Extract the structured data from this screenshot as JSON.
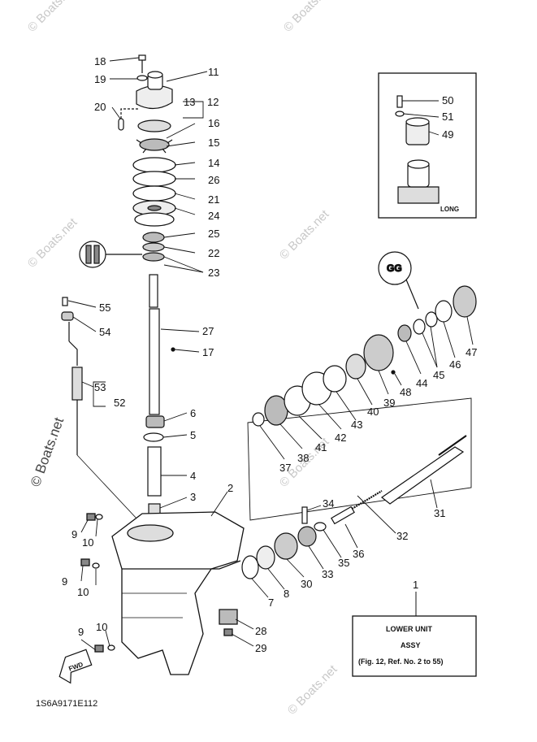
{
  "watermark": "© Boats.net",
  "inset_label": "LONG",
  "fwd_label": "FWD",
  "assy_box": {
    "number": "1",
    "line1": "LOWER UNIT",
    "line2": "ASSY",
    "line3": "(Fig. 12, Ref. No. 2 to 55)"
  },
  "drawing_code": "1S6A9171E112",
  "callouts": {
    "c1": "1",
    "c2": "2",
    "c3": "3",
    "c4": "4",
    "c5": "5",
    "c6": "6",
    "c7": "7",
    "c8": "8",
    "c9a": "9",
    "c9b": "9",
    "c9c": "9",
    "c10a": "10",
    "c10b": "10",
    "c10c": "10",
    "c11": "11",
    "c12": "12",
    "c13": "13",
    "c14": "14",
    "c15": "15",
    "c16": "16",
    "c17": "17",
    "c18": "18",
    "c19": "19",
    "c20": "20",
    "c21": "21",
    "c22": "22",
    "c23": "23",
    "c24": "24",
    "c25": "25",
    "c26": "26",
    "c27": "27",
    "c28": "28",
    "c29": "29",
    "c30": "30",
    "c31": "31",
    "c32": "32",
    "c33": "33",
    "c34": "34",
    "c35": "35",
    "c36": "36",
    "c37": "37",
    "c38": "38",
    "c39": "39",
    "c40": "40",
    "c41": "41",
    "c42": "42",
    "c43": "43",
    "c44": "44",
    "c45": "45",
    "c46": "46",
    "c47": "47",
    "c48": "48",
    "c49": "49",
    "c50": "50",
    "c51": "51",
    "c52": "52",
    "c53": "53",
    "c54": "54",
    "c55": "55"
  }
}
